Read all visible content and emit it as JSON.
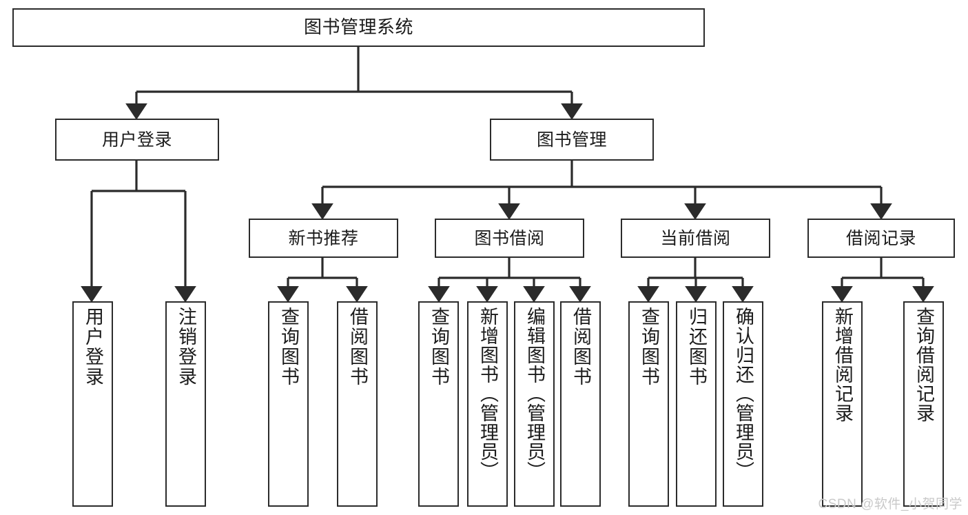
{
  "diagram": {
    "title": "图书管理系统",
    "type": "tree",
    "orientation": "top-down",
    "colors": {
      "box_border": "#2b2b2b",
      "box_fill": "#ffffff",
      "connector": "#2b2b2b",
      "text": "#1b1b1b",
      "watermark": "#c9c9c9"
    },
    "nodes": {
      "root": {
        "label": "图书管理系统",
        "level": 0
      },
      "level1": [
        {
          "id": "user-login",
          "label": "用户登录"
        },
        {
          "id": "book-manage",
          "label": "图书管理"
        }
      ],
      "level2": [
        {
          "id": "new-book-recommend",
          "label": "新书推荐"
        },
        {
          "id": "book-borrow",
          "label": "图书借阅"
        },
        {
          "id": "current-borrow",
          "label": "当前借阅"
        },
        {
          "id": "borrow-record",
          "label": "借阅记录"
        }
      ],
      "leaves": {
        "user-login": [
          {
            "id": "leaf-user-login",
            "label": "用户登录"
          },
          {
            "id": "leaf-logout",
            "label": "注销登录"
          }
        ],
        "new-book-recommend": [
          {
            "id": "leaf-query-book-1",
            "label": "查询图书"
          },
          {
            "id": "leaf-borrow-book-1",
            "label": "借阅图书"
          }
        ],
        "book-borrow": [
          {
            "id": "leaf-query-book-2",
            "label": "查询图书"
          },
          {
            "id": "leaf-add-book",
            "label": "新增图书（管理员）"
          },
          {
            "id": "leaf-edit-book",
            "label": "编辑图书（管理员）"
          },
          {
            "id": "leaf-borrow-book-2",
            "label": "借阅图书"
          }
        ],
        "current-borrow": [
          {
            "id": "leaf-query-book-3",
            "label": "查询图书"
          },
          {
            "id": "leaf-return-book",
            "label": "归还图书"
          },
          {
            "id": "leaf-confirm-return",
            "label": "确认归还（管理员）"
          }
        ],
        "borrow-record": [
          {
            "id": "leaf-add-record",
            "label": "新增借阅记录"
          },
          {
            "id": "leaf-query-record",
            "label": "查询借阅记录"
          }
        ]
      }
    },
    "watermark": "CSDN @软件_小贺同学"
  }
}
